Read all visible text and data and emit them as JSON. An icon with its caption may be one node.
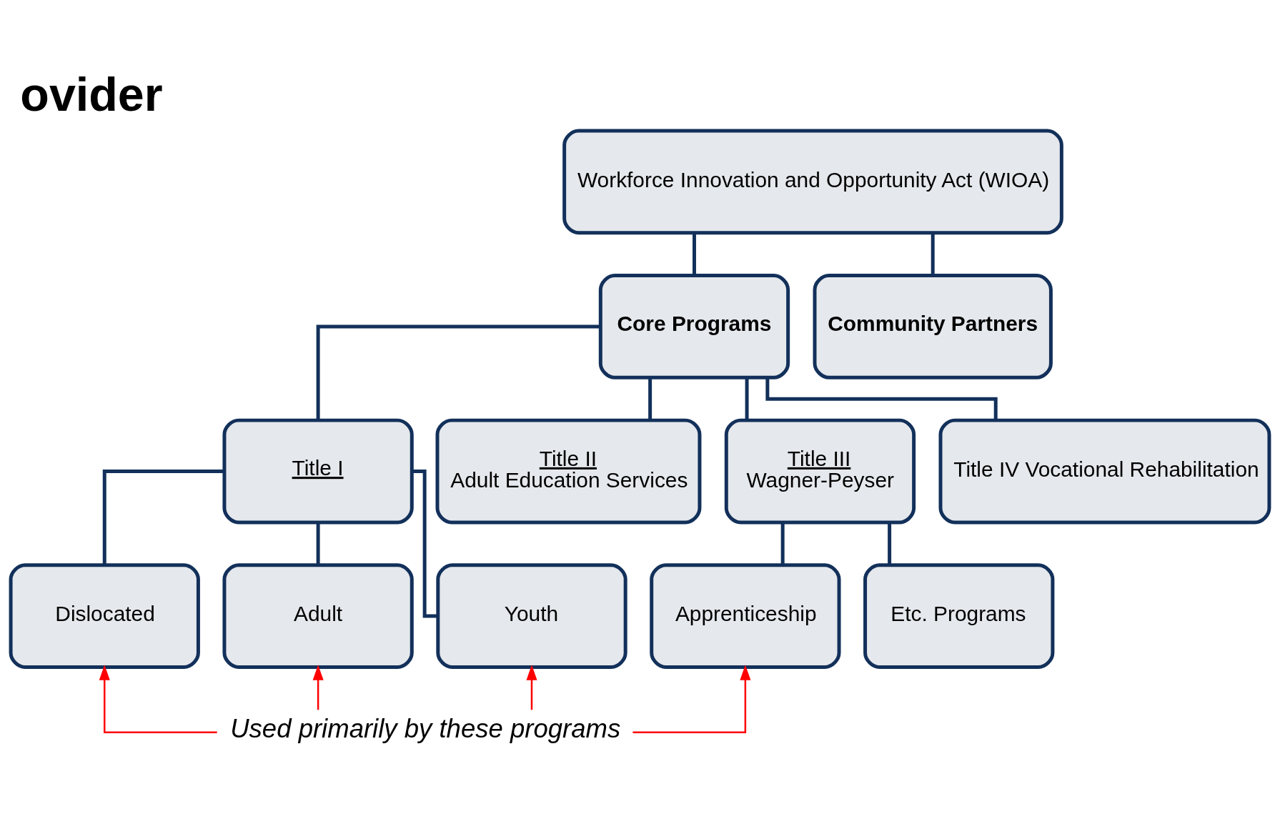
{
  "diagram": {
    "title": "ovider",
    "nodes": [
      {
        "text": [
          "Workforce Innovation and Opportunity Act (WIOA)"
        ]
      },
      {
        "text": [
          "Core Programs"
        ]
      },
      {
        "text": [
          "Community Partners"
        ]
      },
      {
        "text": [
          "Title I"
        ]
      },
      {
        "text": [
          "Title II",
          "Adult Education Services"
        ]
      },
      {
        "text": [
          "Title III",
          "Wagner-Peyser"
        ]
      },
      {
        "text": [
          "Title IV Vocational Rehabilitation"
        ]
      },
      {
        "text": [
          "Dislocated"
        ]
      },
      {
        "text": [
          "Adult"
        ]
      },
      {
        "text": [
          "Youth"
        ]
      },
      {
        "text": [
          "Apprenticeship"
        ]
      },
      {
        "text": [
          "Etc. Programs"
        ]
      },
      {
        "text": [
          "Used primarily by these programs"
        ]
      }
    ],
    "edges": [
      {
        "from": 0,
        "to": 1,
        "arrow": "none"
      },
      {
        "from": 0,
        "to": 2,
        "arrow": "none"
      },
      {
        "from": 1,
        "to": 3,
        "arrow": "none"
      },
      {
        "from": 1,
        "to": 4,
        "arrow": "none"
      },
      {
        "from": 1,
        "to": 5,
        "arrow": "none"
      },
      {
        "from": 1,
        "to": 6,
        "arrow": "none"
      },
      {
        "from": 3,
        "to": 7,
        "arrow": "none"
      },
      {
        "from": 3,
        "to": 8,
        "arrow": "none"
      },
      {
        "from": 3,
        "to": 9,
        "arrow": "none"
      },
      {
        "from": 5,
        "to": 10,
        "arrow": "none"
      },
      {
        "from": 5,
        "to": 11,
        "arrow": "none"
      },
      {
        "from": 12,
        "to": 7,
        "arrow": "to",
        "color": "#ff0000"
      },
      {
        "from": 12,
        "to": 8,
        "arrow": "to",
        "color": "#ff0000"
      },
      {
        "from": 12,
        "to": 9,
        "arrow": "to",
        "color": "#ff0000"
      },
      {
        "from": 12,
        "to": 10,
        "arrow": "to",
        "color": "#ff0000"
      }
    ]
  }
}
